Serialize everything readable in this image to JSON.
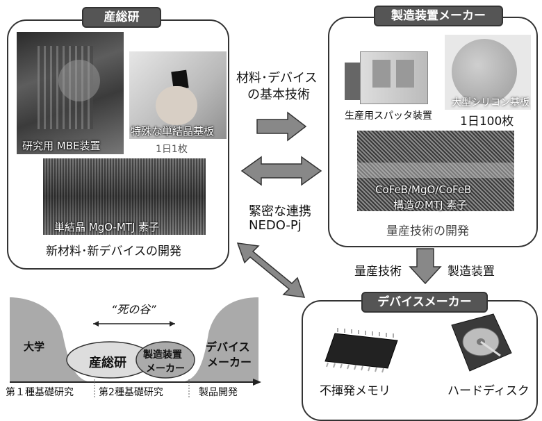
{
  "aist": {
    "tag": "産総研",
    "mbe_caption": "研究用 MBE装置",
    "substrate_caption": "特殊な単結晶基板",
    "substrate_rate": "1日1枚",
    "mtj_caption": "単結晶 MgO-MTJ 素子",
    "footer": "新材料･新デバイスの開発"
  },
  "maker": {
    "tag": "製造装置メーカー",
    "sputter_caption": "生産用スパッタ装置",
    "wafer_caption": "大型シリコン基板",
    "wafer_rate": "1日100枚",
    "mtj_caption_line1": "CoFeB/MgO/CoFeB",
    "mtj_caption_line2": "構造のMTJ 素子",
    "footer": "量産技術の開発"
  },
  "arrows": {
    "basic_tech_line1": "材料･デバイス",
    "basic_tech_line2": "の基本技術",
    "collab_line1": "緊密な連携",
    "collab_line2": "NEDO-Pj",
    "mass_prod_tech": "量産技術",
    "mfg_equipment": "製造装置"
  },
  "device_maker": {
    "tag": "デバイスメーカー",
    "memory_caption": "不揮発メモリ",
    "hdd_caption": "ハードディスク"
  },
  "valley": {
    "title": "“死の谷”",
    "university": "大学",
    "aist": "産総研",
    "equip_line1": "製造装置",
    "equip_line2": "メーカー",
    "device_line1": "デバイス",
    "device_line2": "メーカー",
    "axis_1": "第１種基礎研究",
    "axis_2": "第2種基礎研究",
    "axis_3": "製品開発"
  }
}
